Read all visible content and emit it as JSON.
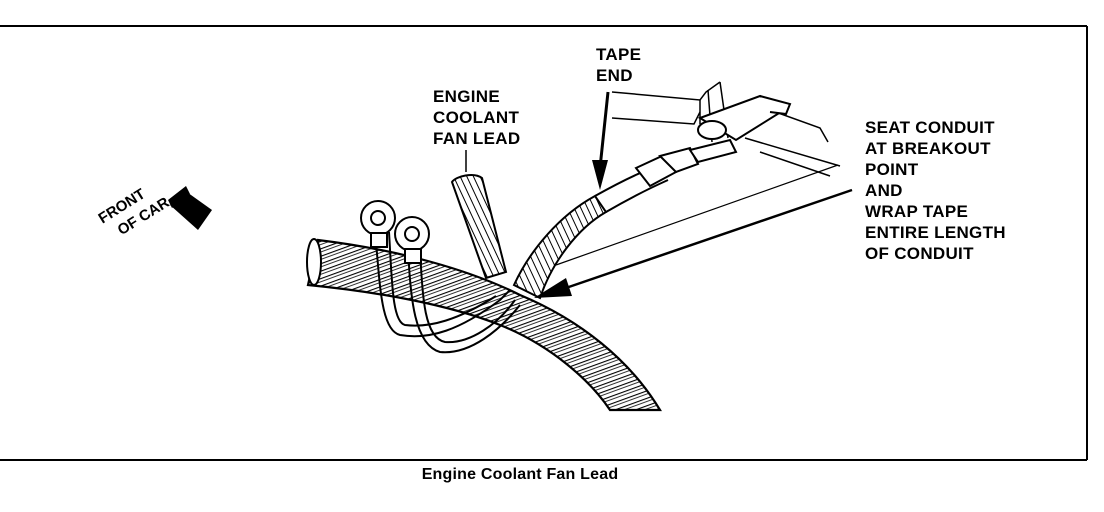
{
  "labels": {
    "engine_coolant_fan_lead": [
      "ENGINE",
      "COOLANT",
      "FAN LEAD"
    ],
    "tape_end": [
      "TAPE",
      "END"
    ],
    "seat_conduit": [
      "SEAT CONDUIT",
      "AT BREAKOUT",
      "POINT",
      "AND",
      "WRAP TAPE",
      "ENTIRE LENGTH",
      "OF CONDUIT"
    ],
    "front_of_car": [
      "FRONT",
      "OF CAR"
    ]
  },
  "caption": "Engine Coolant Fan Lead",
  "colors": {
    "ink": "#000000",
    "paper": "#ffffff"
  },
  "icons": {
    "direction_arrow": "front-arrow-icon"
  }
}
